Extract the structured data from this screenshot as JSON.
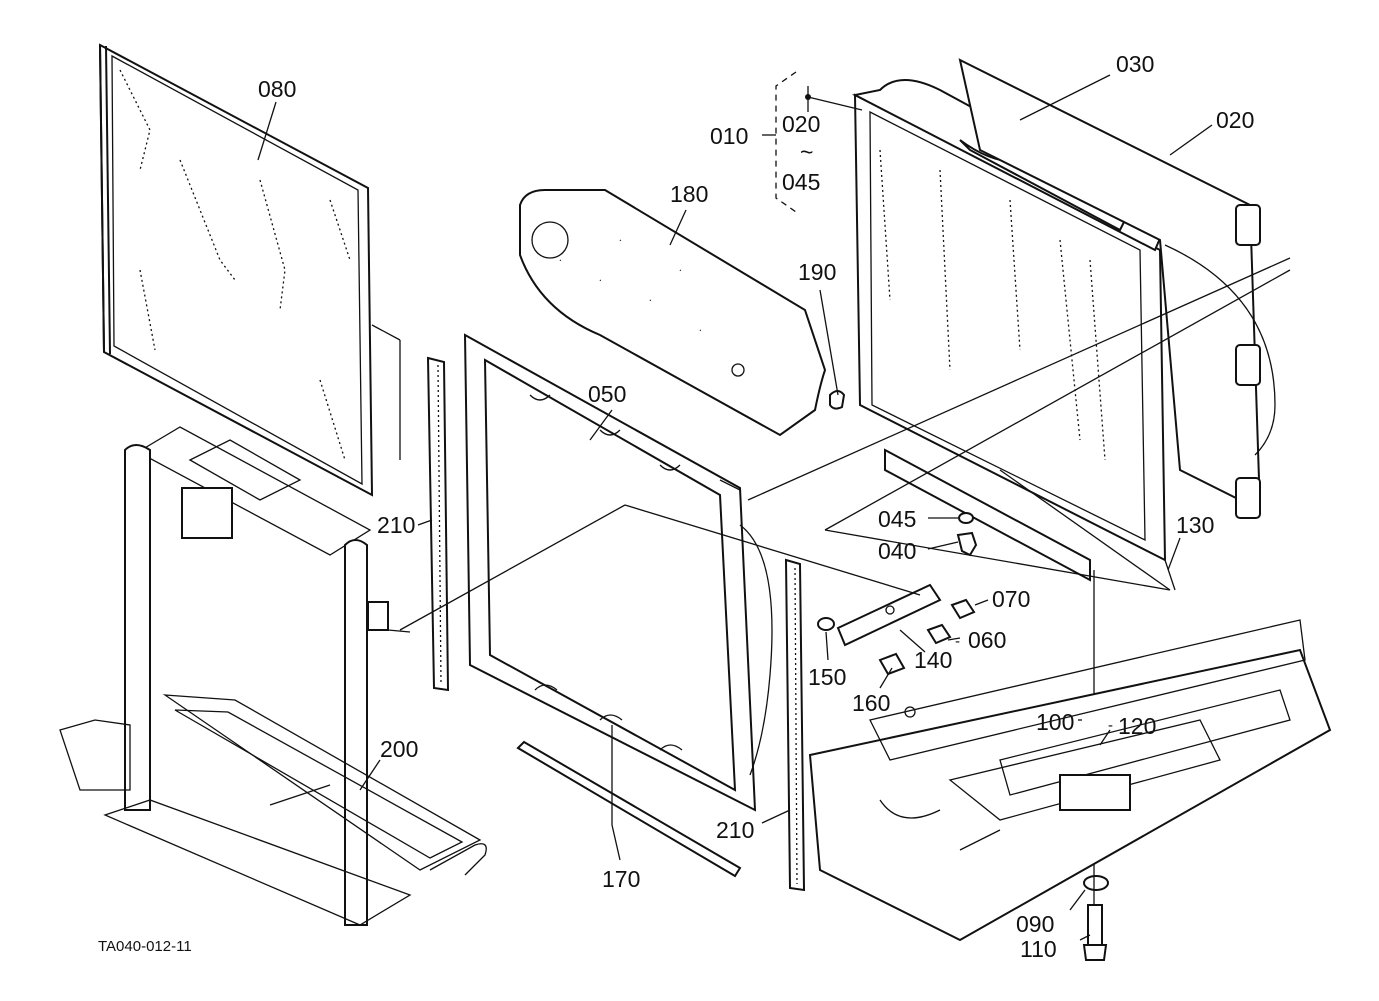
{
  "drawing_id": "TA040-012-11",
  "group": {
    "main": "010",
    "range_start": "020",
    "tilde": "~",
    "range_end": "045"
  },
  "callouts": [
    {
      "id": "c080",
      "text": "080"
    },
    {
      "id": "c030",
      "text": "030"
    },
    {
      "id": "c020",
      "text": "020"
    },
    {
      "id": "c180",
      "text": "180"
    },
    {
      "id": "c190",
      "text": "190"
    },
    {
      "id": "c050",
      "text": "050"
    },
    {
      "id": "c210a",
      "text": "210"
    },
    {
      "id": "c210b",
      "text": "210"
    },
    {
      "id": "c045",
      "text": "045"
    },
    {
      "id": "c040",
      "text": "040"
    },
    {
      "id": "c130",
      "text": "130"
    },
    {
      "id": "c070",
      "text": "070"
    },
    {
      "id": "c060",
      "text": "060"
    },
    {
      "id": "c140",
      "text": "140"
    },
    {
      "id": "c150",
      "text": "150"
    },
    {
      "id": "c160",
      "text": "160"
    },
    {
      "id": "c100",
      "text": "100"
    },
    {
      "id": "c120",
      "text": "120"
    },
    {
      "id": "c200",
      "text": "200"
    },
    {
      "id": "c170",
      "text": "170"
    },
    {
      "id": "c090",
      "text": "090"
    },
    {
      "id": "c110",
      "text": "110"
    }
  ]
}
